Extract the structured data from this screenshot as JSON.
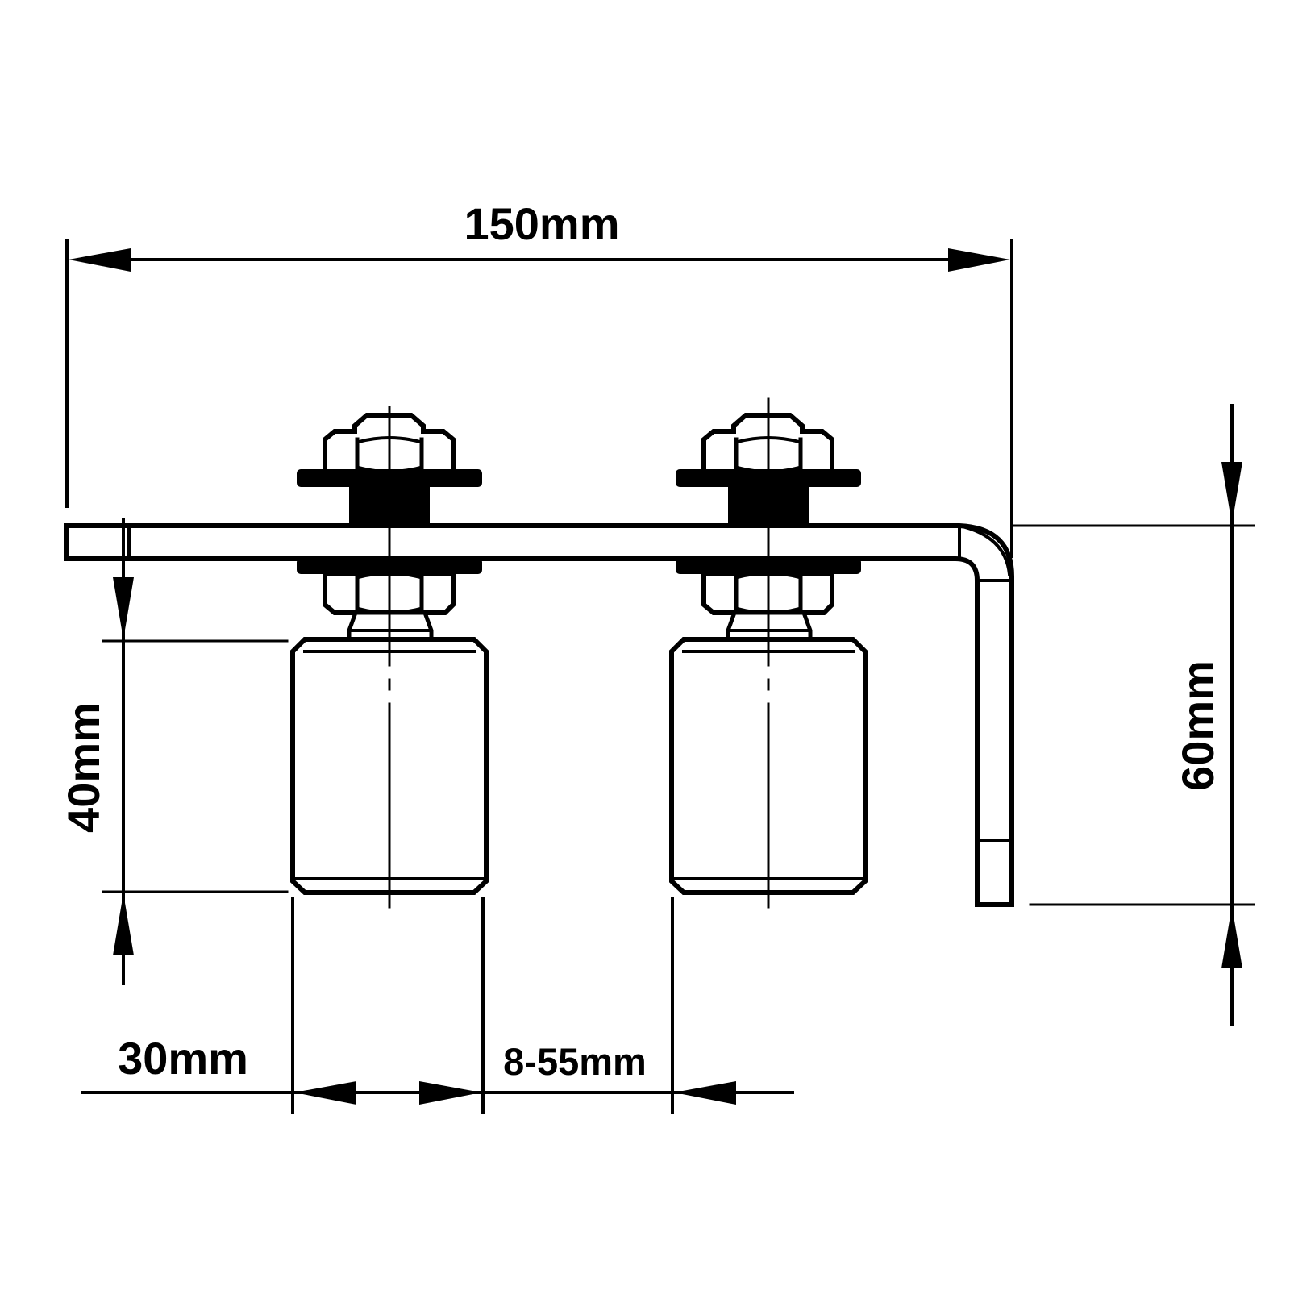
{
  "diagram": {
    "line_color": "#000000",
    "background": "#ffffff",
    "dimensions": {
      "total_length": "150mm",
      "bracket_height": "60mm",
      "wheel_diameter": "40mm",
      "wheel_width": "30mm",
      "gap_range": "8-55mm"
    }
  }
}
